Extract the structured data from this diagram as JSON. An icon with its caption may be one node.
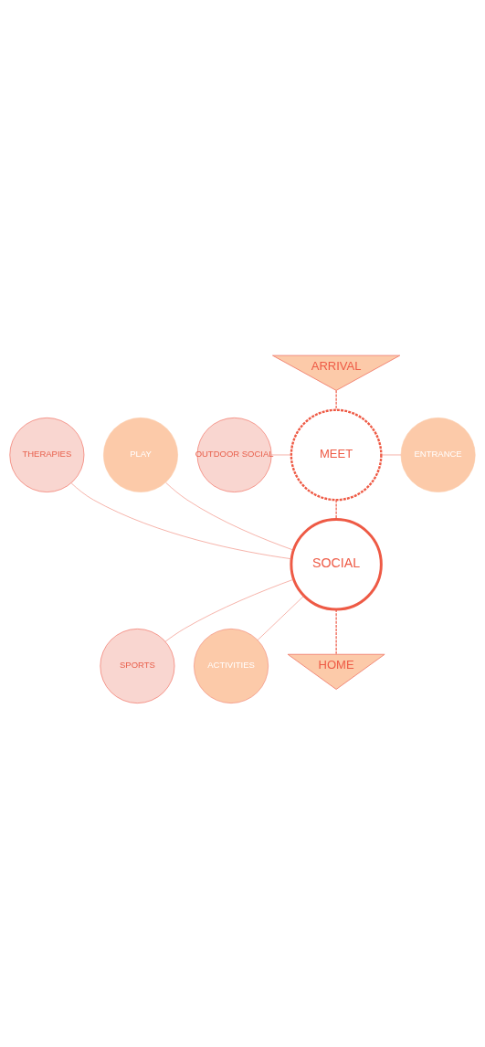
{
  "diagram": {
    "nodes": [
      {
        "text": [
          "ARRIVAL"
        ]
      },
      {
        "text": [
          "MEET"
        ]
      },
      {
        "text": [
          "OUTDOOR SOCIAL"
        ]
      },
      {
        "text": [
          "ENTRANCE"
        ]
      },
      {
        "text": [
          "THERAPIES"
        ]
      },
      {
        "text": [
          "PLAY"
        ]
      },
      {
        "text": [
          "SOCIAL"
        ]
      },
      {
        "text": [
          "SPORTS"
        ]
      },
      {
        "text": [
          "ACTIVITIES"
        ]
      },
      {
        "text": [
          "HOME"
        ]
      }
    ],
    "edges": [
      {
        "from": 0,
        "to": 1,
        "arrow": "none",
        "style": "dashed",
        "color": "#ee5a45"
      },
      {
        "from": 2,
        "to": 1,
        "arrow": "none"
      },
      {
        "from": 1,
        "to": 3,
        "arrow": "none"
      },
      {
        "from": 1,
        "to": 6,
        "arrow": "none",
        "style": "dashed",
        "color": "#ee5a45"
      },
      {
        "from": 4,
        "to": 6,
        "arrow": "none"
      },
      {
        "from": 5,
        "to": 6,
        "arrow": "none"
      },
      {
        "from": 6,
        "to": 7,
        "arrow": "none"
      },
      {
        "from": 6,
        "to": 8,
        "arrow": "none"
      },
      {
        "from": 6,
        "to": 9,
        "arrow": "none",
        "style": "dashed",
        "color": "#ee5a45"
      }
    ]
  }
}
